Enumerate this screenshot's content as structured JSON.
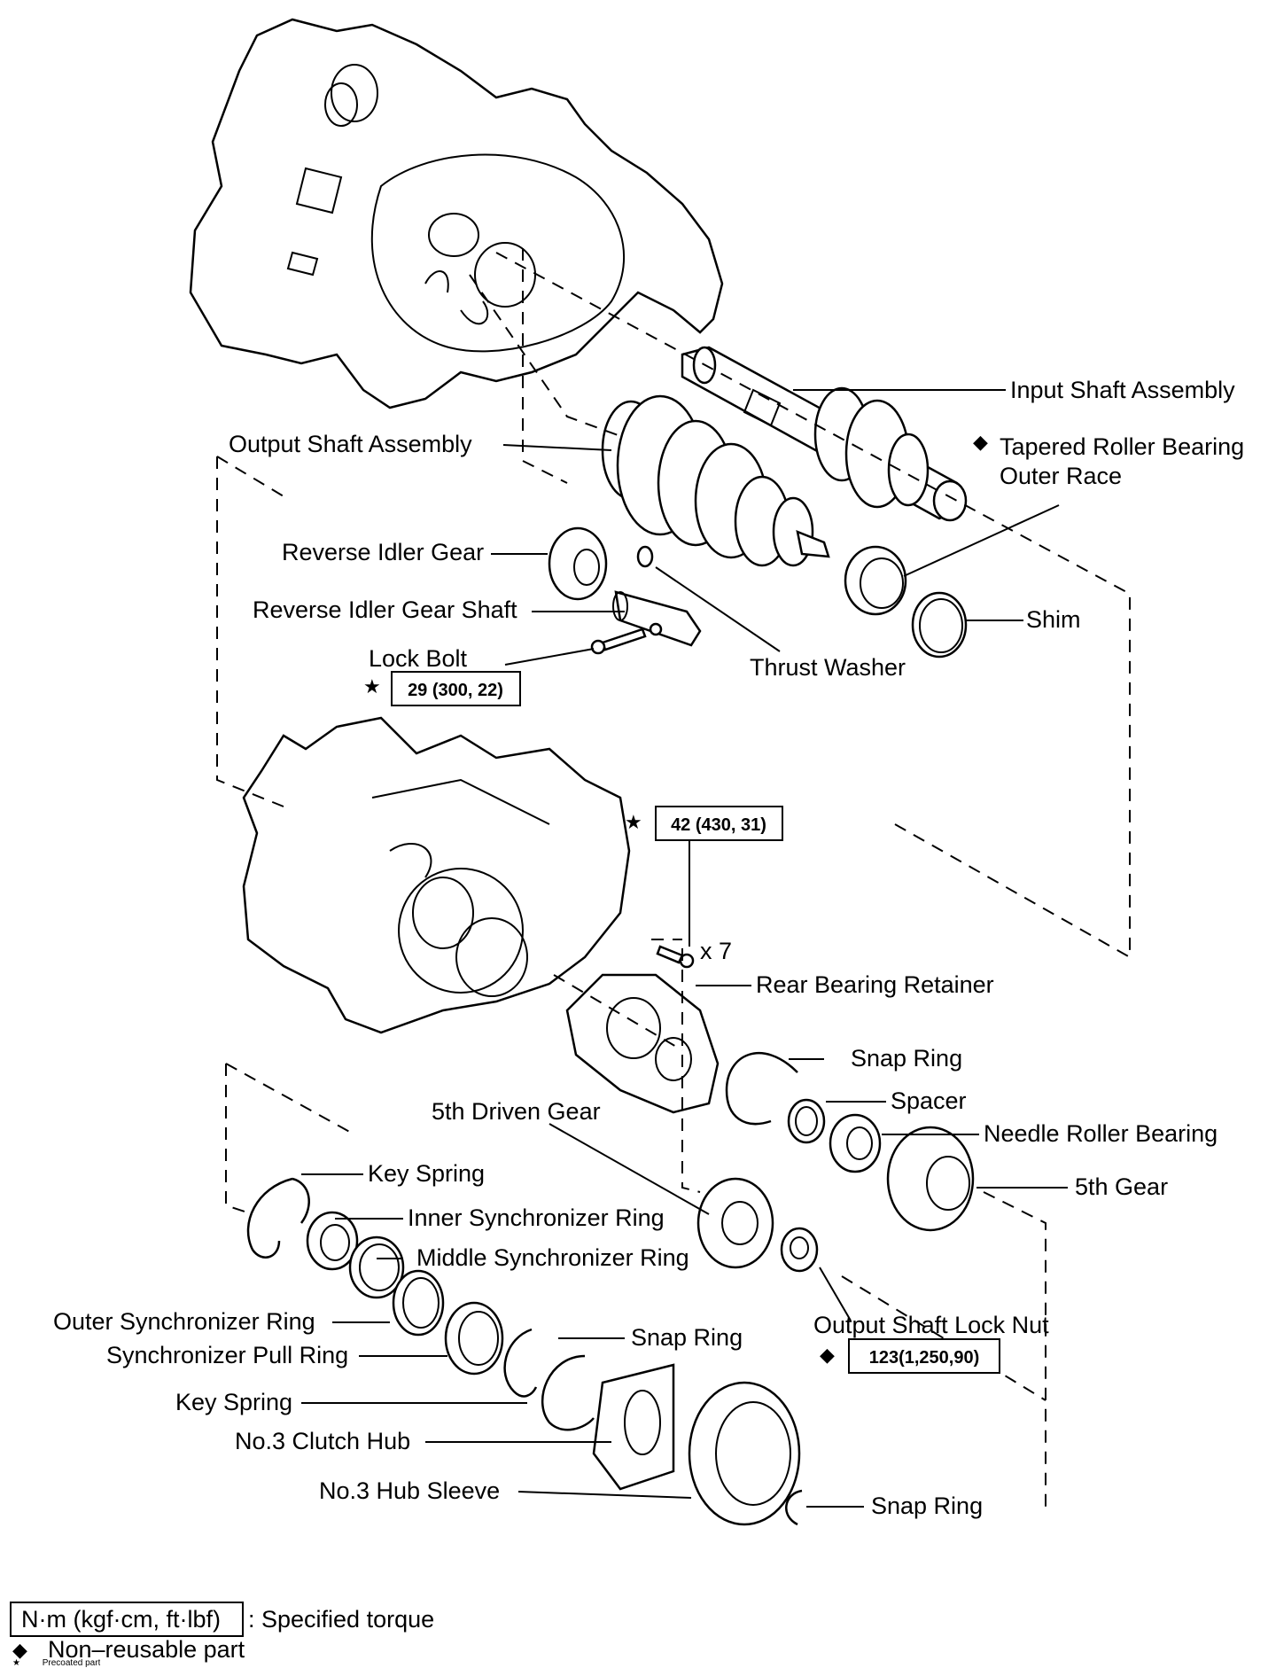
{
  "labels": {
    "input_shaft_assembly": "Input Shaft Assembly",
    "output_shaft_assembly": "Output Shaft Assembly",
    "tapered_roller_bearing_line1": "Tapered Roller Bearing",
    "tapered_roller_bearing_line2": "Outer Race",
    "reverse_idler_gear": "Reverse Idler Gear",
    "reverse_idler_gear_shaft": "Reverse Idler Gear Shaft",
    "shim": "Shim",
    "lock_bolt": "Lock Bolt",
    "thrust_washer": "Thrust Washer",
    "bolt_count": "x 7",
    "rear_bearing_retainer": "Rear Bearing Retainer",
    "snap_ring_1": "Snap Ring",
    "spacer": "Spacer",
    "fifth_driven_gear": "5th Driven Gear",
    "needle_roller_bearing": "Needle Roller Bearing",
    "key_spring_1": "Key Spring",
    "fifth_gear": "5th Gear",
    "inner_synchronizer_ring": "Inner Synchronizer Ring",
    "middle_synchronizer_ring": "Middle Synchronizer Ring",
    "outer_synchronizer_ring": "Outer Synchronizer Ring",
    "snap_ring_2": "Snap Ring",
    "output_shaft_lock_nut": "Output Shaft Lock Nut",
    "synchronizer_pull_ring": "Synchronizer Pull Ring",
    "key_spring_2": "Key Spring",
    "no3_clutch_hub": "No.3 Clutch Hub",
    "no3_hub_sleeve": "No.3 Hub Sleeve",
    "snap_ring_3": "Snap Ring"
  },
  "torque_specs": {
    "lock_bolt": "29 (300, 22)",
    "case_bolts": "42 (430, 31)",
    "output_shaft_lock_nut": "123(1,250,90)"
  },
  "symbols": {
    "star": "★",
    "diamond": "◆"
  },
  "legend": {
    "torque_box": "N·m (kgf·cm, ft·lbf)",
    "torque_desc": ": Specified torque",
    "non_reusable": "Non–reusable part",
    "precoated": "Precoated part"
  }
}
